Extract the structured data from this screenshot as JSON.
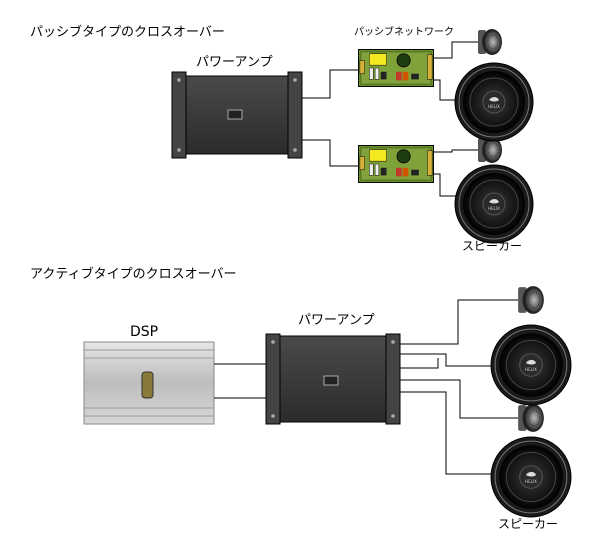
{
  "passive": {
    "title": "パッシブタイプのクロスオーバー",
    "amp_label": "パワーアンプ",
    "network_label": "パッシブネットワーク",
    "speaker_label": "スピーカー"
  },
  "active": {
    "title": "アクティブタイプのクロスオーバー",
    "dsp_label": "DSP",
    "amp_label": "パワーアンプ",
    "speaker_label": "スピーカー"
  },
  "woofer_brand": "HELIX",
  "colors": {
    "amp_body": "#3a3a3a",
    "network_board": "#7a9a3c",
    "wire": "#000000",
    "dsp_body": "#c8c8c8"
  }
}
